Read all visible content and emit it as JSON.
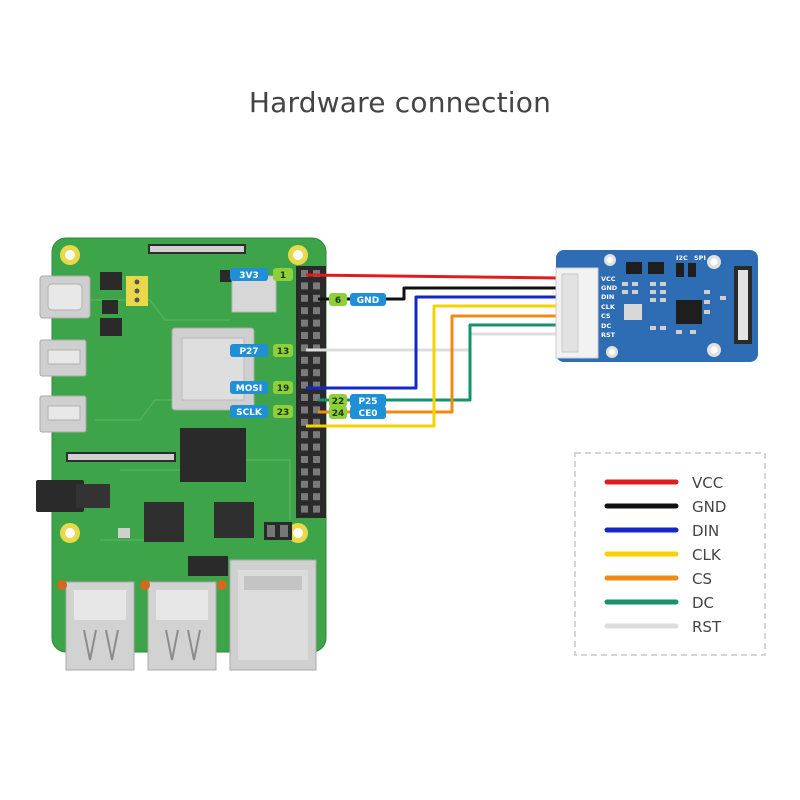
{
  "title": "Hardware connection",
  "pin_labels": [
    {
      "id": "3v3",
      "name": "3V3",
      "num": "1"
    },
    {
      "id": "gnd",
      "name": "GND",
      "num": "6"
    },
    {
      "id": "p27",
      "name": "P27",
      "num": "13"
    },
    {
      "id": "mosi",
      "name": "MOSI",
      "num": "19"
    },
    {
      "id": "p25",
      "name": "P25",
      "num": "22"
    },
    {
      "id": "sclk",
      "name": "SCLK",
      "num": "23"
    },
    {
      "id": "ce0",
      "name": "CE0",
      "num": "24"
    }
  ],
  "module_pins": [
    "VCC",
    "GND",
    "DIN",
    "CLK",
    "CS",
    "DC",
    "RST"
  ],
  "module_switch_labels": [
    "I2C",
    "SPI"
  ],
  "legend": [
    {
      "label": "VCC",
      "color": "#e21c1c"
    },
    {
      "label": "GND",
      "color": "#111111"
    },
    {
      "label": "DIN",
      "color": "#1428c8"
    },
    {
      "label": "CLK",
      "color": "#f5d200"
    },
    {
      "label": "CS",
      "color": "#f08a12"
    },
    {
      "label": "DC",
      "color": "#15936c"
    },
    {
      "label": "RST",
      "color": "#dddddd"
    }
  ],
  "colors": {
    "board": "#3ea44a",
    "board_dark": "#2d8a3a",
    "module": "#2e6db3",
    "pin_label_bg": "#1f8fd6",
    "pin_number_bg": "#8fcf3c"
  }
}
